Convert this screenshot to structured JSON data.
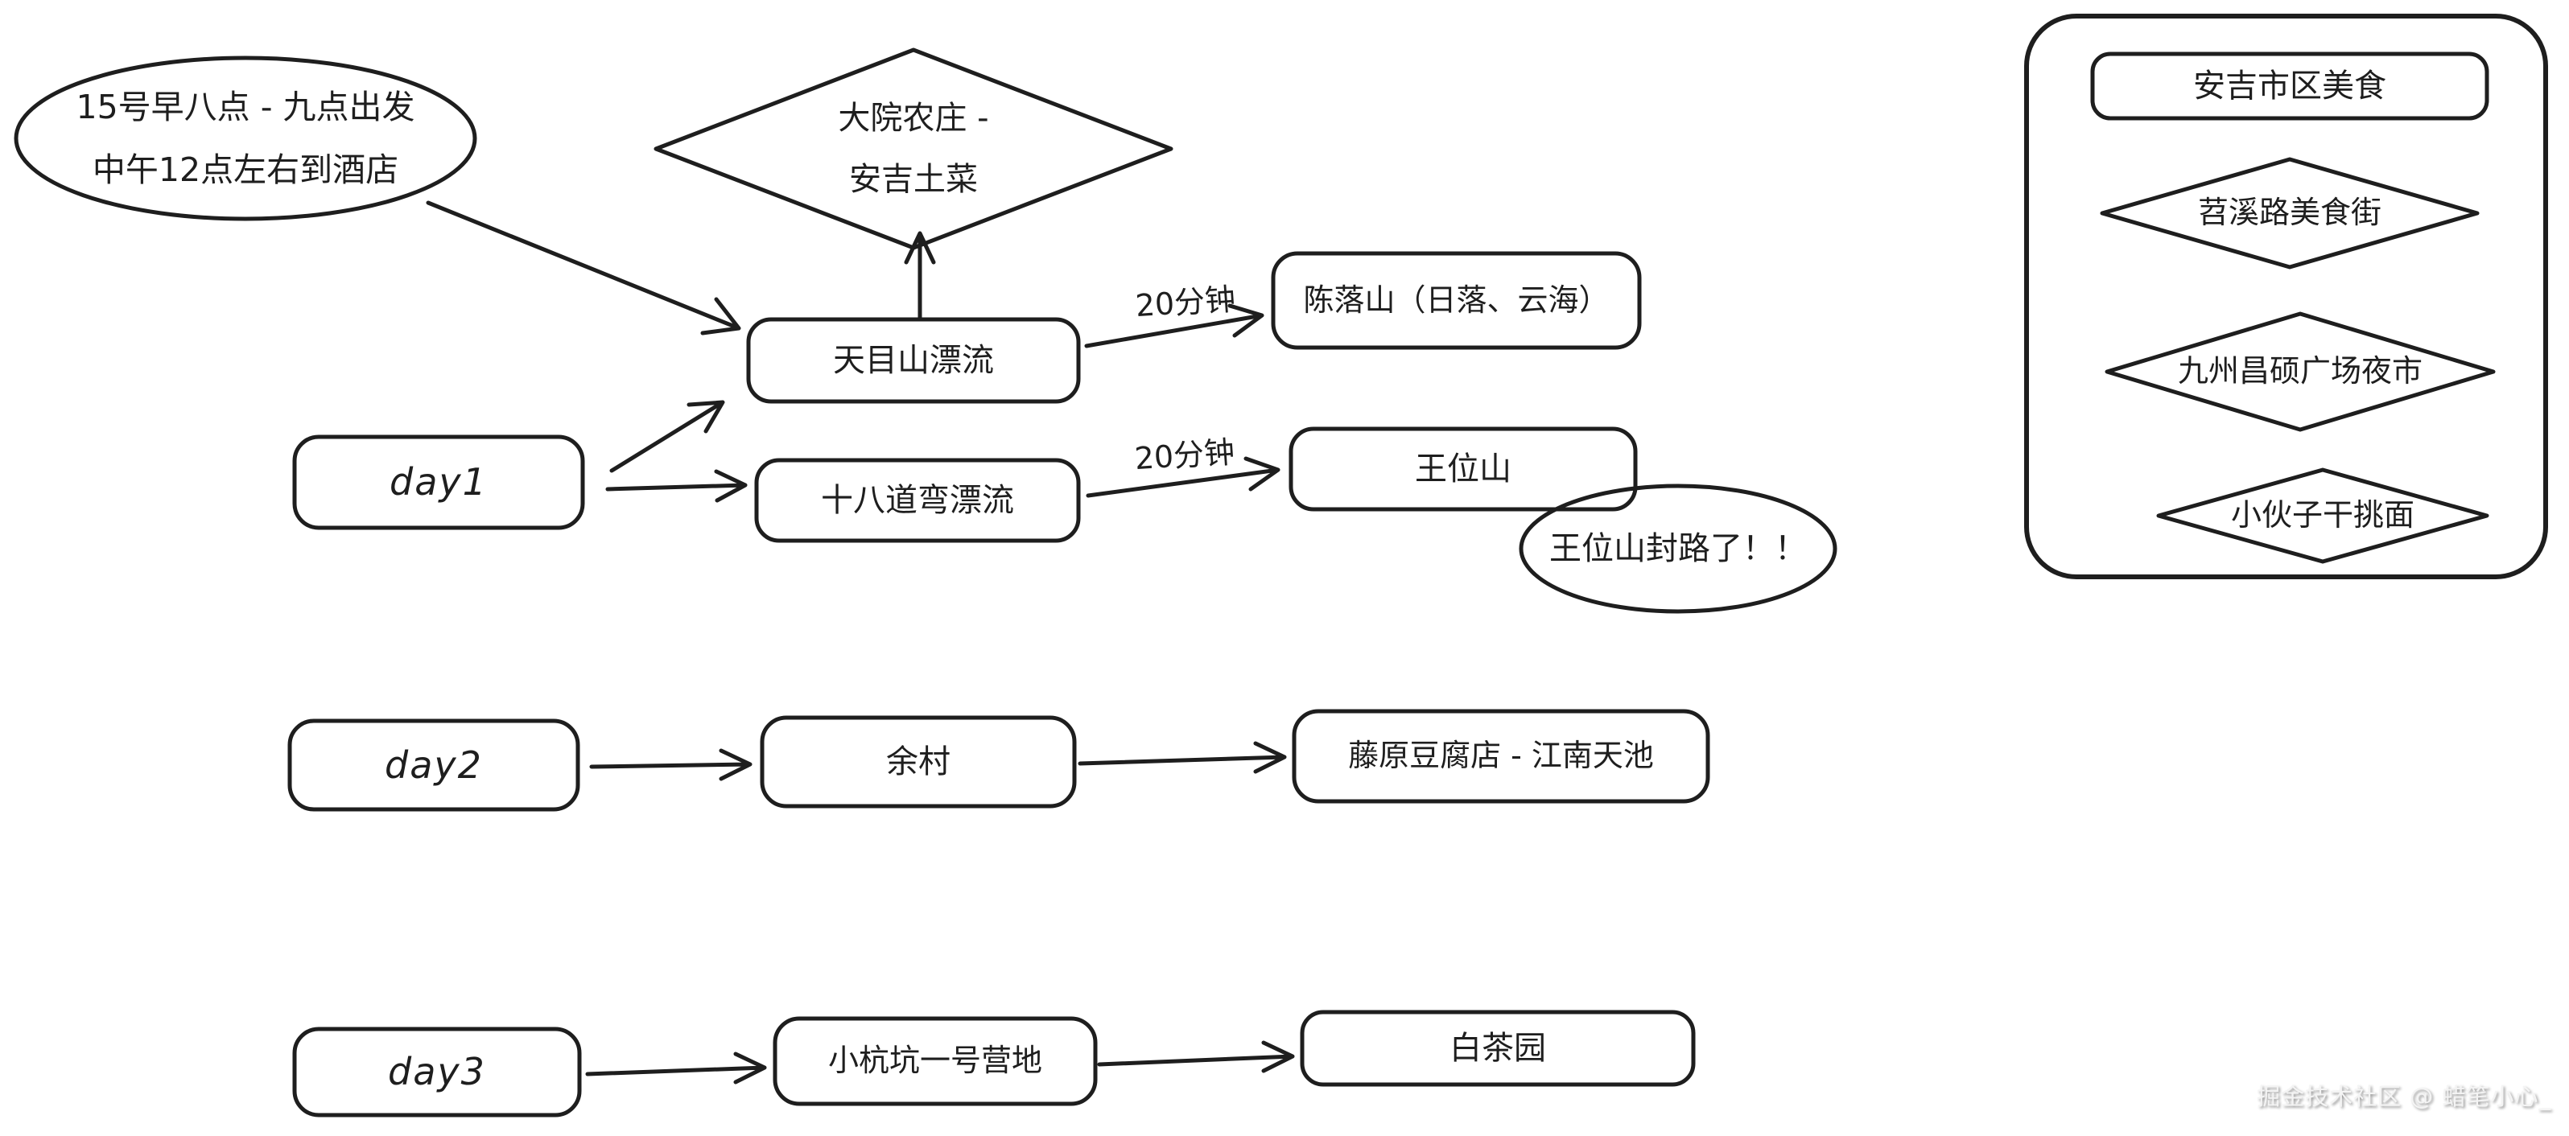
{
  "colors": {
    "stroke": "#1e1e1e",
    "background": "#ffffff",
    "watermark_text": "#f4f4f4"
  },
  "nodes": {
    "departure_note": {
      "line1": "15号早八点 - 九点出发",
      "line2": "中午12点左右到酒店"
    },
    "dayuan_farm": {
      "line1": "大院农庄 -",
      "line2": "安吉土菜"
    },
    "tianmushan_rafting": "天目山漂流",
    "chenluoshan": "陈落山（日落、云海）",
    "day1": "day1",
    "shibadaowan_rafting": "十八道弯漂流",
    "wangweishan": "王位山",
    "wangweishan_closed_note": "王位山封路了！！",
    "day2": "day2",
    "yucun": "余村",
    "tengyuan_tofu": "藤原豆腐店 - 江南天池",
    "day3": "day3",
    "xiaohangkeng_camp": "小杭坑一号营地",
    "baichayuan": "白茶园"
  },
  "edge_labels": {
    "tianmushan_to_chenluoshan": "20分钟",
    "shibadaowan_to_wangweishan": "20分钟"
  },
  "food_panel": {
    "title": "安吉市区美食",
    "items": [
      "苕溪路美食街",
      "九州昌硕广场夜市",
      "小伙子干挑面"
    ]
  },
  "watermark": "掘金技术社区 @ 蜡笔小心_"
}
